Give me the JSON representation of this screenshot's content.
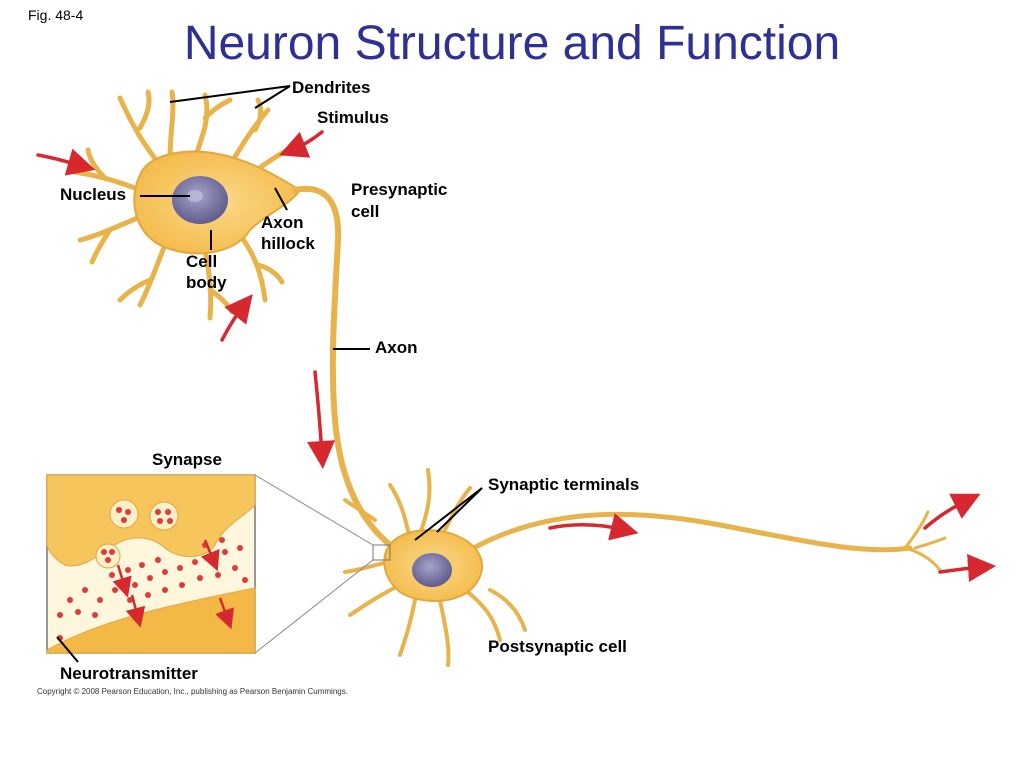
{
  "figure_number": "Fig. 48-4",
  "title": "Neuron Structure and Function",
  "labels": {
    "dendrites": "Dendrites",
    "stimulus": "Stimulus",
    "nucleus": "Nucleus",
    "axon_hillock_1": "Axon",
    "axon_hillock_2": "hillock",
    "cell_body_1": "Cell",
    "cell_body_2": "body",
    "presynaptic_1": "Presynaptic",
    "presynaptic_2": "cell",
    "axon": "Axon",
    "synapse": "Synapse",
    "synaptic_terminals": "Synaptic terminals",
    "postsynaptic": "Postsynaptic cell",
    "neurotransmitter": "Neurotransmitter"
  },
  "copyright": "Copyright © 2008 Pearson Education, Inc., publishing as Pearson Benjamin Cummings.",
  "colors": {
    "title": "#2e3192",
    "neuron_fill": "#f7c65a",
    "neuron_stroke": "#d9a23a",
    "nucleus": "#7d7aa6",
    "arrow": "#d7282f",
    "vesicle": "#e03a3a"
  }
}
